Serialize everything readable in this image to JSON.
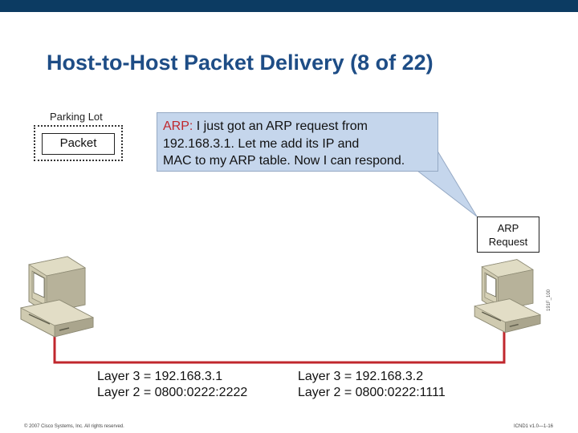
{
  "title": "Host-to-Host Packet Delivery (8 of 22)",
  "parking_lot": {
    "label": "Parking Lot",
    "packet_label": "Packet"
  },
  "callout": {
    "prefix": "ARP:",
    "line1_rest": " I just got an ARP request from",
    "line2": "192.168.3.1.  Let me add its IP and",
    "line3": "MAC to my ARP table. Now I can respond."
  },
  "arp_request": {
    "line1": "ARP",
    "line2": "Request"
  },
  "hosts": {
    "left": {
      "layer3": "Layer 3 = 192.168.3.1",
      "layer2": "Layer 2 = 0800:0222:2222"
    },
    "right": {
      "layer3": "Layer 3 = 192.168.3.2",
      "layer2": "Layer 2 = 0800:0222:1111"
    }
  },
  "side_mark": "191F_100",
  "footer": {
    "copyright": "© 2007 Cisco Systems, Inc. All rights reserved.",
    "course": "ICND1 v1.0—1-16"
  },
  "colors": {
    "top_bar": "#0c3b62",
    "title": "#1e4d86",
    "callout_fill": "#c5d6ec",
    "arp_prefix": "#c0272d",
    "link": "#c0272d"
  }
}
